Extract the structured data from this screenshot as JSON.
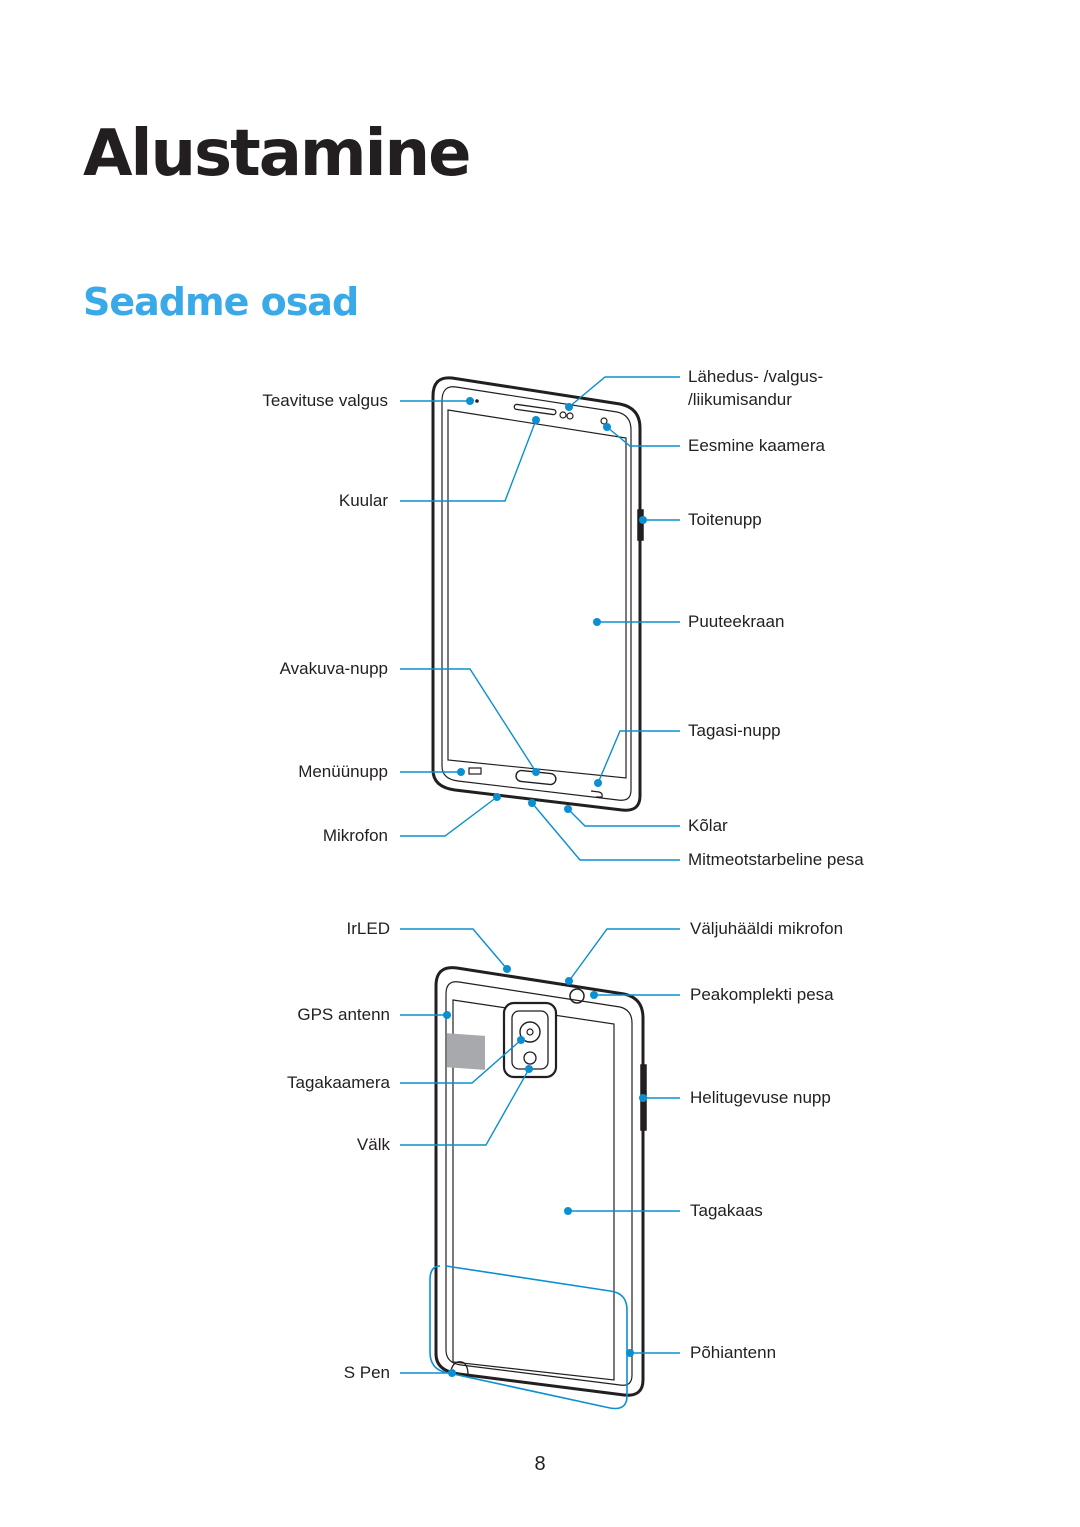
{
  "chapter_title": "Alustamine",
  "section_title": "Seadme osad",
  "page_number": "8",
  "colors": {
    "accent": "#3aa9e8",
    "leader": "#0a8fd0",
    "text": "#231f20"
  },
  "front_labels": {
    "notification_light": "Teavituse valgus",
    "earpiece": "Kuular",
    "home_button": "Avakuva-nupp",
    "menu_button": "Menüünupp",
    "microphone": "Mikrofon",
    "proximity_sensor_line1": "Lähedus- /valgus-",
    "proximity_sensor_line2": "/liikumisandur",
    "front_camera": "Eesmine kaamera",
    "power_button": "Toitenupp",
    "touchscreen": "Puuteekraan",
    "back_button": "Tagasi-nupp",
    "speaker": "Kõlar",
    "multipurpose_jack": "Mitmeotstarbeline pesa"
  },
  "back_labels": {
    "irled": "IrLED",
    "gps_antenna": "GPS antenn",
    "rear_camera": "Tagakaamera",
    "flash": "Välk",
    "s_pen": "S Pen",
    "remote_mic": "Väljuhääldi mikrofon",
    "headset_jack": "Peakomplekti pesa",
    "volume_button": "Helitugevuse nupp",
    "back_cover": "Tagakaas",
    "main_antenna": "Põhiantenn"
  }
}
